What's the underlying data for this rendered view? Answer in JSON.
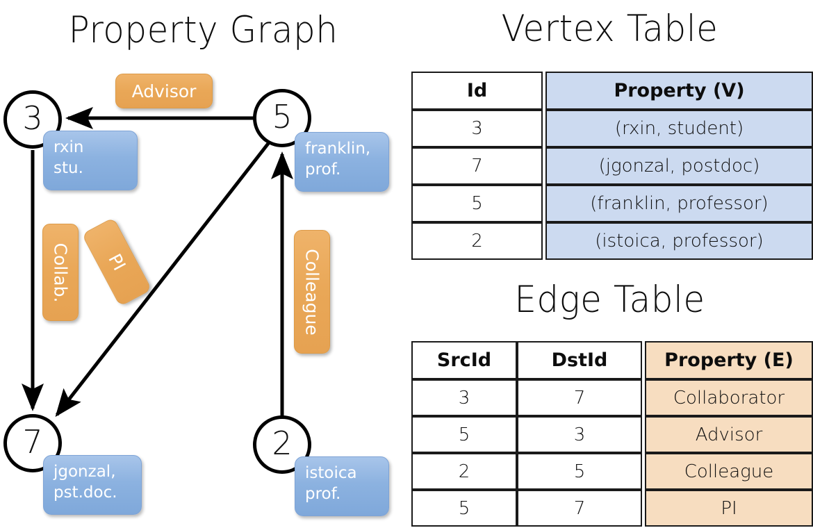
{
  "titles": {
    "property_graph": "Property Graph",
    "vertex_table": "Vertex Table",
    "edge_table": "Edge Table"
  },
  "graph": {
    "nodes": [
      {
        "id": "3",
        "property_lines": [
          "rxin",
          "stu."
        ]
      },
      {
        "id": "5",
        "property_lines": [
          "franklin,",
          "prof."
        ]
      },
      {
        "id": "7",
        "property_lines": [
          "jgonzal,",
          "pst.doc."
        ]
      },
      {
        "id": "2",
        "property_lines": [
          "istoica",
          "prof."
        ]
      }
    ],
    "edge_labels": [
      {
        "name": "advisor",
        "text": "Advisor",
        "orientation": "horizontal"
      },
      {
        "name": "collab",
        "text": "Collab.",
        "orientation": "vertical"
      },
      {
        "name": "pi",
        "text": "PI",
        "orientation": "rotated"
      },
      {
        "name": "colleague",
        "text": "Colleague",
        "orientation": "vertical"
      }
    ],
    "edges": [
      {
        "src": "5",
        "dst": "3",
        "label": "Advisor"
      },
      {
        "src": "3",
        "dst": "7",
        "label": "Collab."
      },
      {
        "src": "5",
        "dst": "7",
        "label": "PI"
      },
      {
        "src": "2",
        "dst": "5",
        "label": "Colleague"
      }
    ]
  },
  "vertex_table": {
    "headers": [
      "Id",
      "Property (V)"
    ],
    "rows": [
      [
        "3",
        "(rxin, student)"
      ],
      [
        "7",
        "(jgonzal, postdoc)"
      ],
      [
        "5",
        "(franklin, professor)"
      ],
      [
        "2",
        "(istoica, professor)"
      ]
    ]
  },
  "edge_table": {
    "headers": [
      "SrcId",
      "DstId",
      "Property (E)"
    ],
    "rows": [
      [
        "3",
        "7",
        "Collaborator"
      ],
      [
        "5",
        "3",
        "Advisor"
      ],
      [
        "2",
        "5",
        "Colleague"
      ],
      [
        "5",
        "7",
        "PI"
      ]
    ]
  },
  "colors": {
    "vertex_property_fill": "#ccdaf0",
    "edge_property_fill": "#f7ddc0",
    "node_box_blue": "#8cb2e0",
    "edge_label_orange": "#e9a757",
    "stroke": "#1a1a1a",
    "background": "#ffffff"
  }
}
